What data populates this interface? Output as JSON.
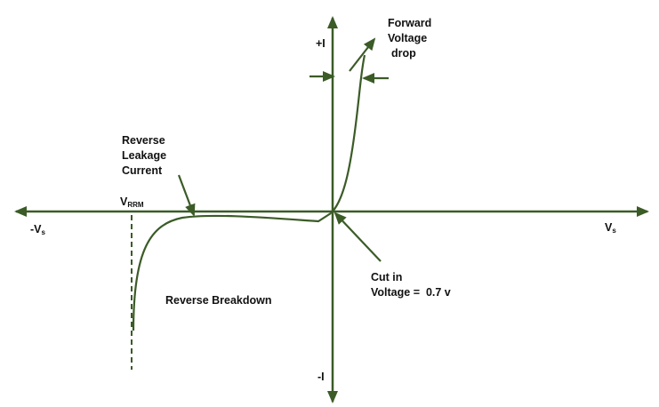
{
  "colors": {
    "line": "#3b5b27",
    "text": "#111111"
  },
  "labels": {
    "plus_i": "+I",
    "minus_i": "-I",
    "neg_vs_prefix": "-V",
    "neg_vs_sub": "s",
    "vs": "V",
    "vs_sub": "s",
    "vrrm": "V",
    "vrrm_sub": "RRM",
    "forward_drop": [
      "Forward",
      "Voltage",
      "drop"
    ],
    "reverse_leakage": [
      "Reverse",
      "Leakage",
      "Current"
    ],
    "reverse_breakdown": "Reverse Breakdown",
    "cut_in": [
      "Cut in",
      "Voltage =  0.7 v"
    ]
  }
}
